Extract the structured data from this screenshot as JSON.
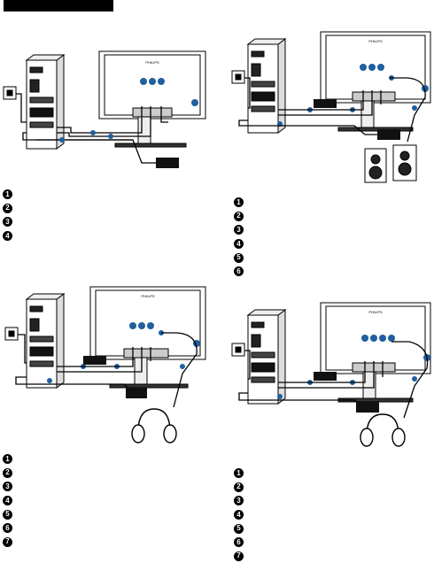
{
  "header": {
    "bar_color": "#000000"
  },
  "brand": "PHILIPS",
  "colors": {
    "accent_blue": "#1f5f9e",
    "line": "#000000"
  },
  "panels": [
    {
      "id": "panel-1",
      "peripheral": "none",
      "steps": [
        "1",
        "2",
        "3",
        "4"
      ]
    },
    {
      "id": "panel-2",
      "peripheral": "speakers-icon",
      "steps": [
        "1",
        "2",
        "3",
        "4",
        "5",
        "6"
      ]
    },
    {
      "id": "panel-3",
      "peripheral": "headphones-icon",
      "steps": [
        "1",
        "2",
        "3",
        "4",
        "5",
        "6",
        "7"
      ]
    },
    {
      "id": "panel-4",
      "peripheral": "headphones-icon",
      "steps": [
        "1",
        "2",
        "3",
        "4",
        "5",
        "6",
        "7"
      ]
    }
  ]
}
